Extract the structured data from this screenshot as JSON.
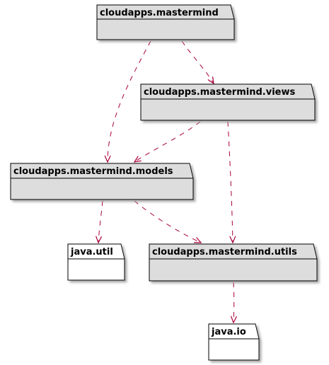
{
  "colors": {
    "package_fill": "#DDDDDD",
    "package_fill_external": "#FFFFFF",
    "package_stroke": "#000000",
    "shadow": "#B8B8B8",
    "arrow": "#A80036"
  },
  "packages": [
    {
      "id": "mastermind",
      "name": "cloudapps.mastermind"
    },
    {
      "id": "views",
      "name": "cloudapps.mastermind.views"
    },
    {
      "id": "models",
      "name": "cloudapps.mastermind.models"
    },
    {
      "id": "java_util",
      "name": "java.util"
    },
    {
      "id": "utils",
      "name": "cloudapps.mastermind.utils"
    },
    {
      "id": "java_io",
      "name": "java.io"
    }
  ],
  "dependencies": [
    {
      "from": "mastermind",
      "to": "views"
    },
    {
      "from": "mastermind",
      "to": "models"
    },
    {
      "from": "views",
      "to": "models"
    },
    {
      "from": "views",
      "to": "utils"
    },
    {
      "from": "models",
      "to": "java_util"
    },
    {
      "from": "models",
      "to": "utils"
    },
    {
      "from": "utils",
      "to": "java_io"
    }
  ]
}
